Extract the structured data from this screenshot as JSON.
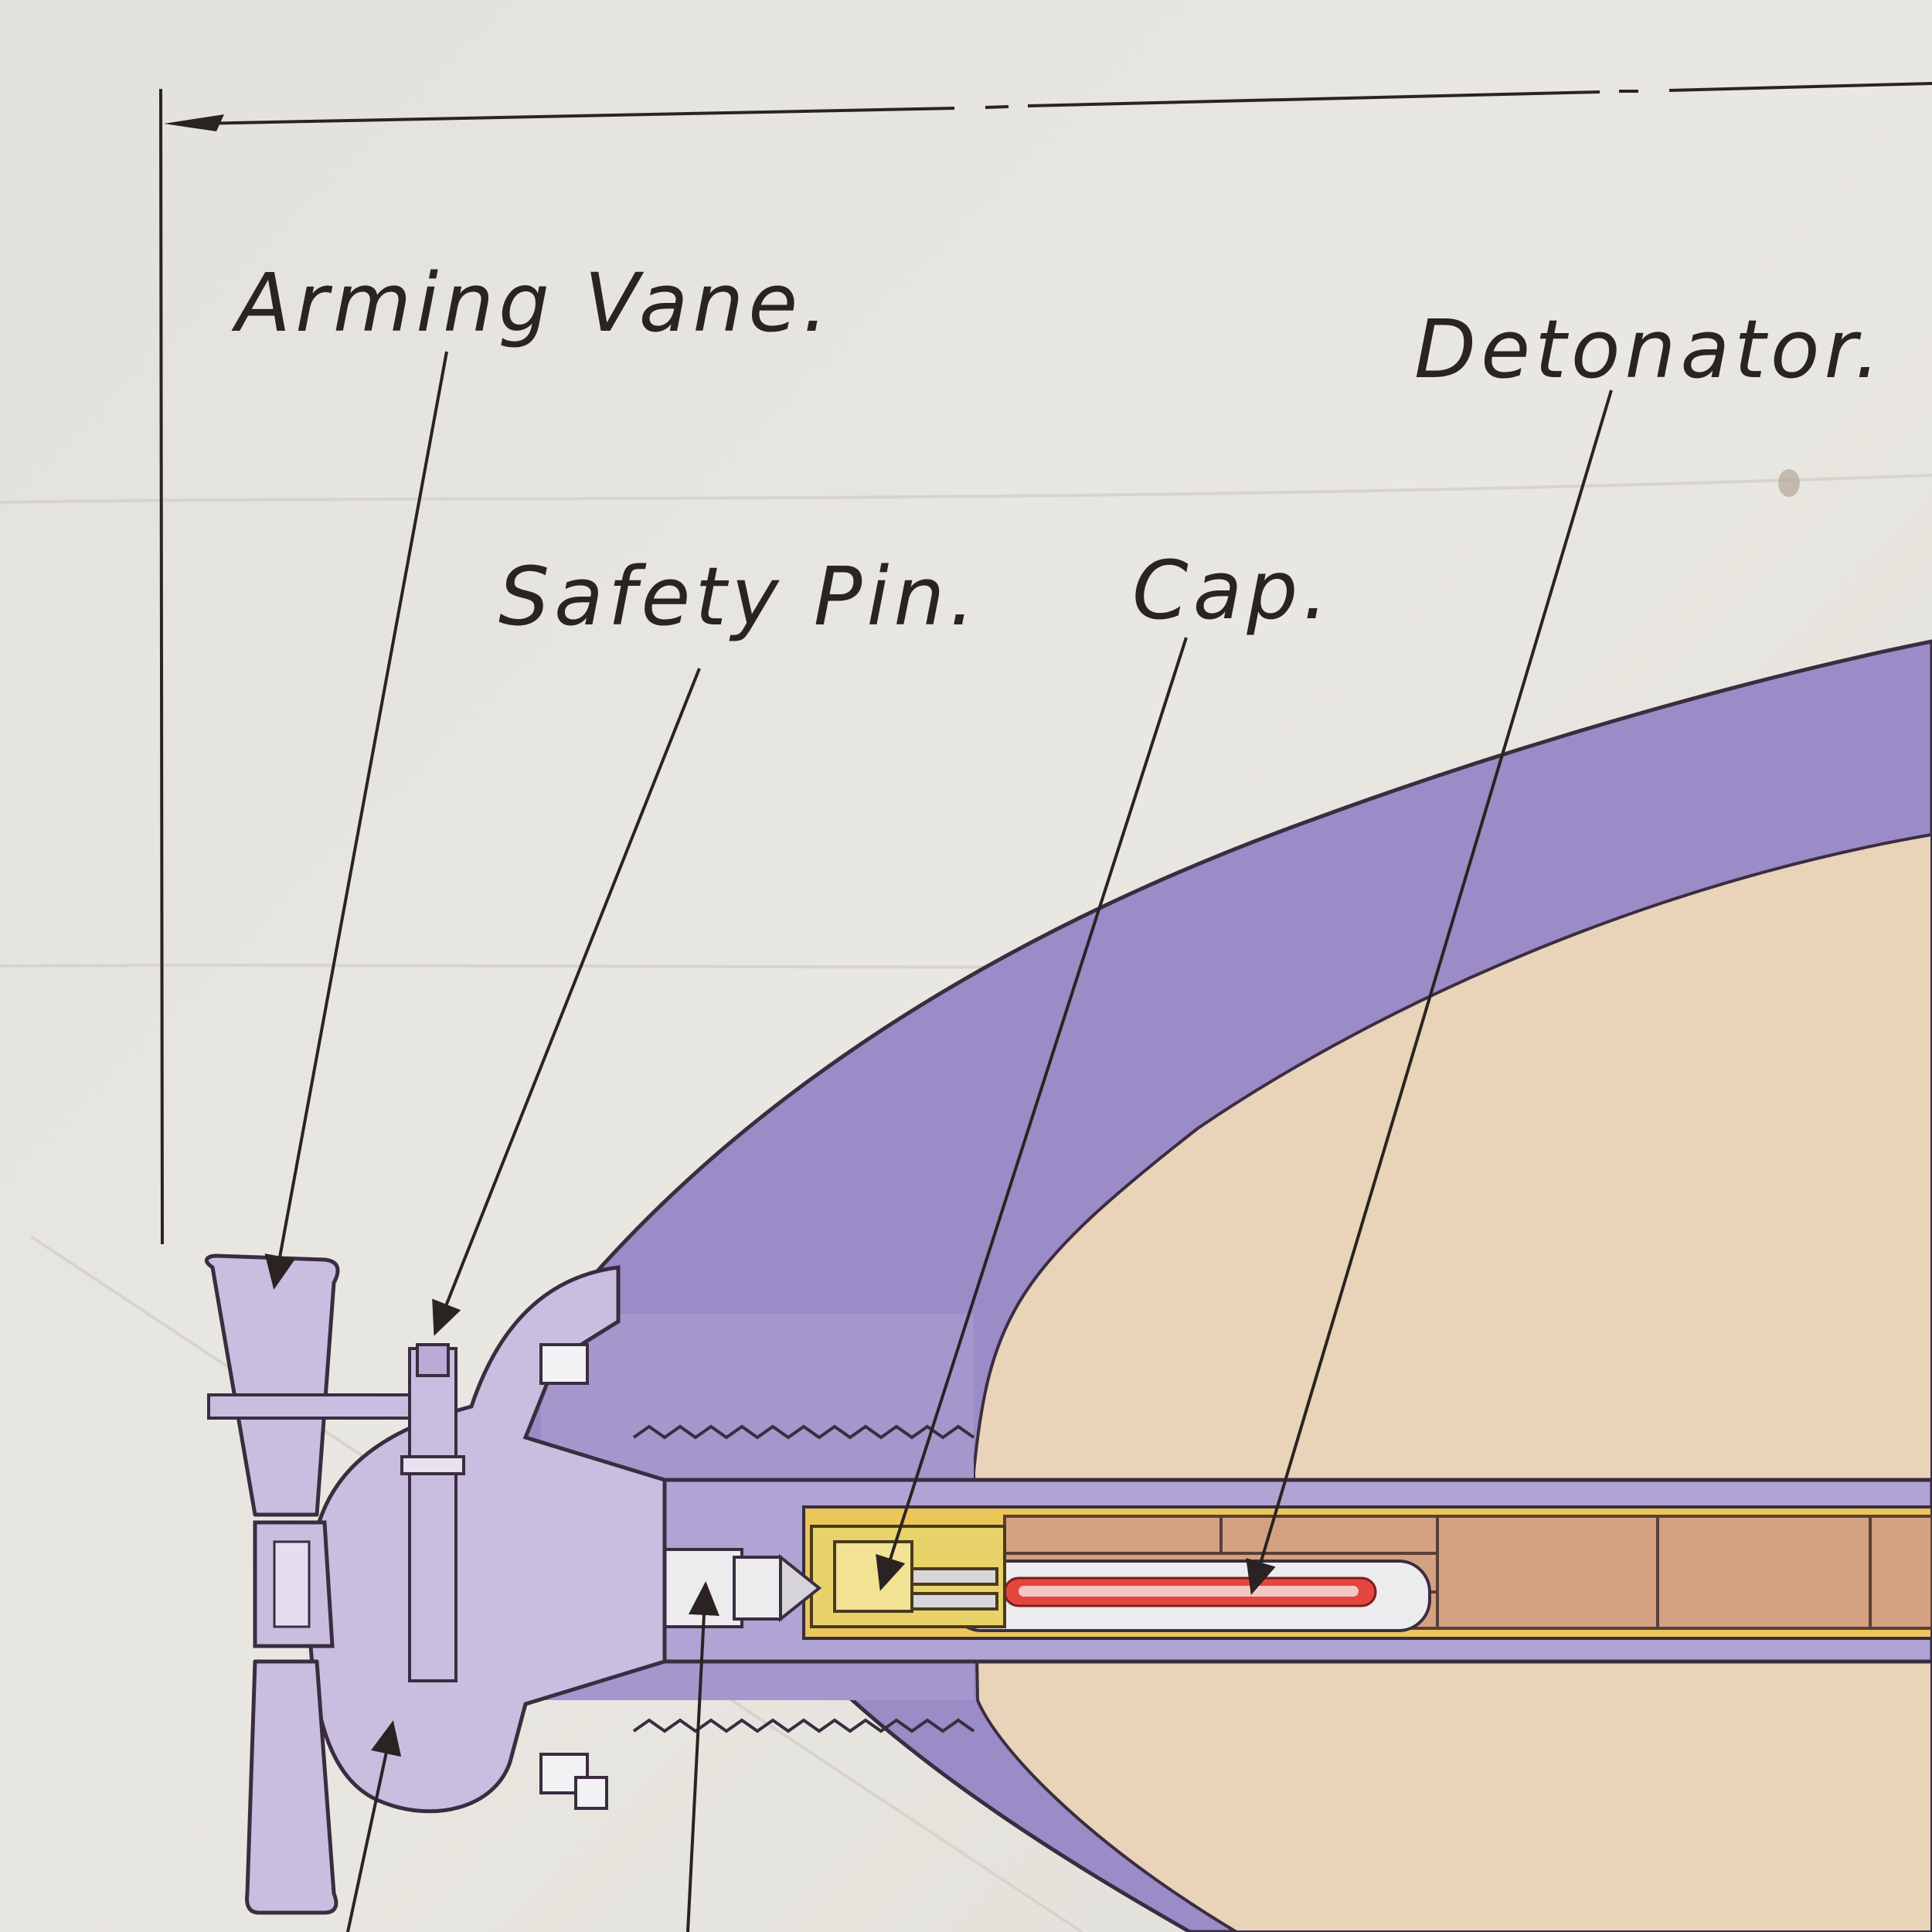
{
  "labels": {
    "arming_vane": "Arming Vane.",
    "safety_pin": "Safety Pin.",
    "cap": "Cap.",
    "detonator": "Detonator."
  },
  "colors": {
    "paper": "#e6e4de",
    "ink": "#2a2322",
    "casing_purple": "#9b8bc6",
    "fuze_lavender": "#c9bedf",
    "explosive_tan": "#e9d3b9",
    "booster_brick": "#d4a183",
    "cap_yellow": "#e8d36a",
    "detonator_red": "#e3463e",
    "steel_grey": "#e8e6ea"
  }
}
